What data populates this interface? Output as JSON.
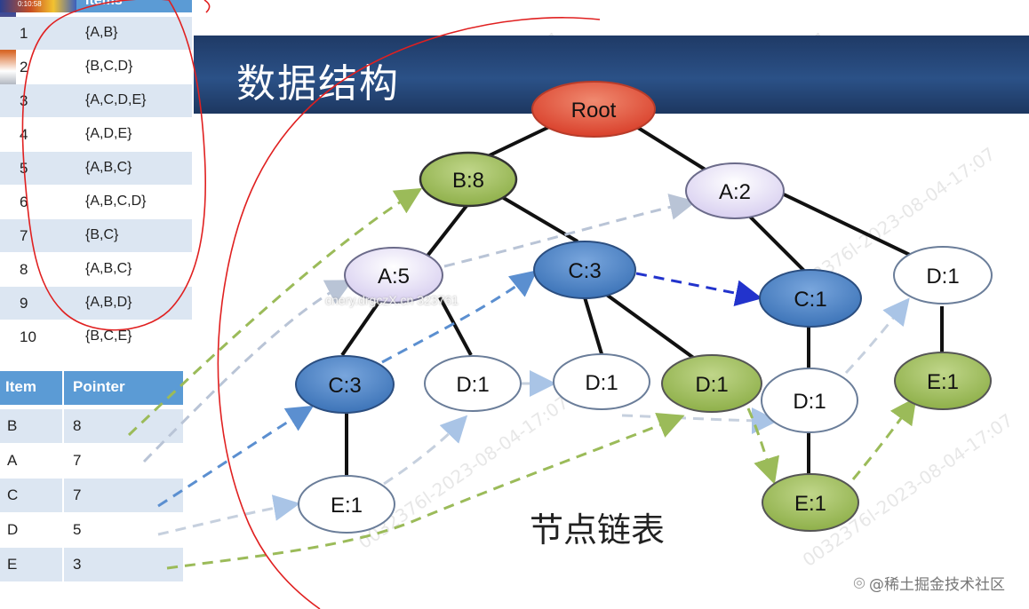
{
  "transactions_table": {
    "header_label": "Items",
    "thumbnail_text": "0:10:58",
    "rows": [
      {
        "id": "1",
        "items": "{A,B}"
      },
      {
        "id": "2",
        "items": "{B,C,D}"
      },
      {
        "id": "3",
        "items": "{A,C,D,E}"
      },
      {
        "id": "4",
        "items": "{A,D,E}"
      },
      {
        "id": "5",
        "items": "{A,B,C}"
      },
      {
        "id": "6",
        "items": "{A,B,C,D}"
      },
      {
        "id": "7",
        "items": "{B,C}"
      },
      {
        "id": "8",
        "items": "{A,B,C}"
      },
      {
        "id": "9",
        "items": "{A,B,D}"
      },
      {
        "id": "10",
        "items": "{B,C,E}"
      }
    ]
  },
  "header_table": {
    "col_item": "Item",
    "col_pointer": "Pointer",
    "rows": [
      {
        "item": "B",
        "pointer": "8"
      },
      {
        "item": "A",
        "pointer": "7"
      },
      {
        "item": "C",
        "pointer": "7"
      },
      {
        "item": "D",
        "pointer": "5"
      },
      {
        "item": "E",
        "pointer": "3"
      }
    ]
  },
  "banner_title": "数据结构",
  "caption": "节点链表",
  "brand": "@稀土掘金技术社区",
  "stamp_text": "cnery.drgczX.cn 323761",
  "watermarks": [
    "323761",
    "0032376l-2023-08-04-17:07",
    "0032376l-2023-08-04-17:07",
    "323761",
    "0032376l-2023-08-04-17:07"
  ],
  "tree": {
    "nodes": [
      {
        "id": "root",
        "label": "Root",
        "style": "red"
      },
      {
        "id": "b8",
        "label": "B:8",
        "style": "green"
      },
      {
        "id": "a2",
        "label": "A:2",
        "style": "lavender"
      },
      {
        "id": "a5",
        "label": "A:5",
        "style": "lavender"
      },
      {
        "id": "c3a",
        "label": "C:3",
        "style": "blue"
      },
      {
        "id": "c3b",
        "label": "C:3",
        "style": "blue"
      },
      {
        "id": "d1a",
        "label": "D:1",
        "style": "white"
      },
      {
        "id": "d1b",
        "label": "D:1",
        "style": "white"
      },
      {
        "id": "d1c",
        "label": "D:1",
        "style": "white"
      },
      {
        "id": "c1",
        "label": "C:1",
        "style": "blue"
      },
      {
        "id": "d1e",
        "label": "D:1",
        "style": "white"
      },
      {
        "id": "d1f",
        "label": "D:1",
        "style": "white"
      },
      {
        "id": "e1a",
        "label": "E:1",
        "style": "green"
      },
      {
        "id": "e1b",
        "label": "E:1",
        "style": "green"
      },
      {
        "id": "e1c",
        "label": "E:1",
        "style": "green"
      }
    ]
  },
  "colors": {
    "red": "#e0553f",
    "green": "#9bbb59",
    "blue": "#4f86c6",
    "lavender": "#e6e0f5",
    "white": "#ffffff",
    "banner": "#234777",
    "table_header": "#5b9bd5",
    "row_shade": "#dce6f2",
    "ink": "#e02020"
  }
}
